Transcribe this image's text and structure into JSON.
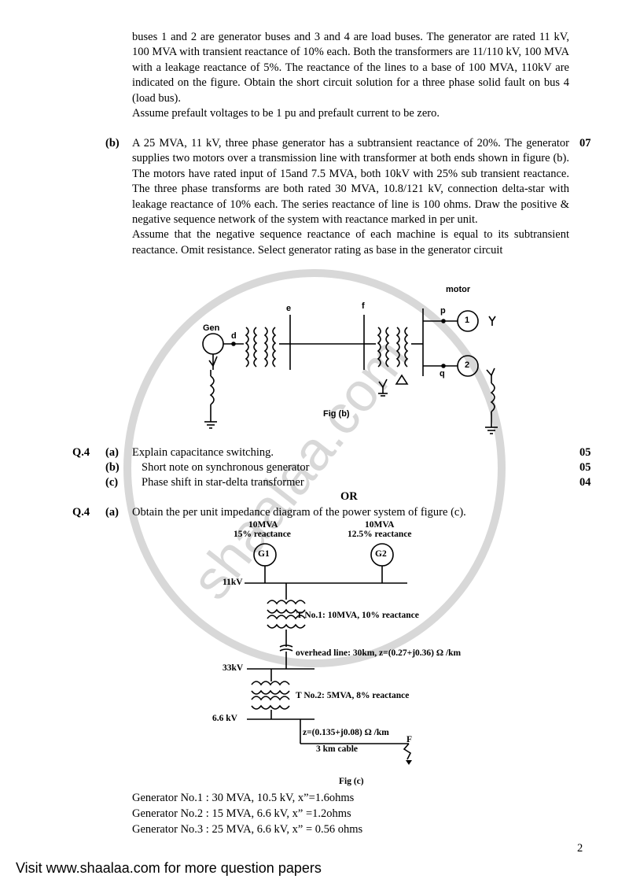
{
  "q3a_continued": {
    "text": "buses 1 and 2 are generator buses and 3 and 4 are load buses. The generator are rated 11 kV, 100 MVA with transient reactance of 10% each. Both the transformers are 11/110 kV, 100 MVA with a leakage reactance of 5%. The reactance of the lines to a base of 100 MVA, 110kV are indicated on the figure. Obtain the short circuit solution for a three phase solid fault on bus 4 (load bus).",
    "assume": "Assume prefault voltages to be 1 pu and prefault current to be zero."
  },
  "q3b": {
    "label": "(b)",
    "marks": "07",
    "text": "A 25 MVA, 11 kV, three phase generator has a subtransient reactance of 20%. The generator supplies two motors over a transmission line with transformer at both ends shown in figure (b). The motors have rated input of 15and 7.5 MVA, both 10kV with 25% sub transient reactance. The three phase transforms are both rated 30 MVA, 10.8/121 kV, connection delta-star with leakage reactance of 10% each. The series reactance of line is 100 ohms. Draw the positive & negative sequence network of the system with reactance marked in per unit.",
    "assume": "Assume that the negative sequence reactance of each machine is equal to its subtransient reactance. Omit resistance. Select generator rating as base in the generator circuit"
  },
  "fig_b": {
    "motor": "motor",
    "gen": "Gen",
    "d": "d",
    "e": "e",
    "f": "f",
    "p": "p",
    "q": "q",
    "m1": "1",
    "m2": "2",
    "caption": "Fig (b)"
  },
  "q4": {
    "label": "Q.4",
    "items": [
      {
        "label": "(a)",
        "text": "Explain capacitance switching.",
        "marks": "05"
      },
      {
        "label": "(b)",
        "text": "Short note on synchronous generator",
        "marks": "05"
      },
      {
        "label": "(c)",
        "text": "Phase shift in star-delta transformer",
        "marks": "04"
      }
    ],
    "or": "OR"
  },
  "q4_alt": {
    "label": "Q.4",
    "sub": "(a)",
    "text": "Obtain the per unit impedance diagram of the power system of figure (c)."
  },
  "fig_c": {
    "g1_rating": "10MVA",
    "g1_reactance": "15% reactance",
    "g2_rating": "10MVA",
    "g2_reactance": "12.5% reactance",
    "g1": "G1",
    "g2": "G2",
    "bus1": "11kV",
    "t1": "T No.1: 10MVA, 10% reactance",
    "line": "overhead line: 30km, z=(0.27+j0.36)  Ω /km",
    "bus2": "33kV",
    "t2": "T No.2: 5MVA, 8% reactance",
    "bus3": "6.6 kV",
    "cable_z": "z=(0.135+j0.08)  Ω /km",
    "fault": "F",
    "cable": "3 km cable",
    "caption": "Fig (c)"
  },
  "generators": [
    "Generator No.1 : 30 MVA, 10.5 kV, x”=1.6ohms",
    "Generator No.2 : 15 MVA, 6.6 kV, x” =1.2ohms",
    "Generator No.3 : 25 MVA, 6.6 kV, x” = 0.56 ohms"
  ],
  "page_number": "2",
  "watermark": "shaalaa.com",
  "footer": "Visit www.shaalaa.com for more question papers"
}
